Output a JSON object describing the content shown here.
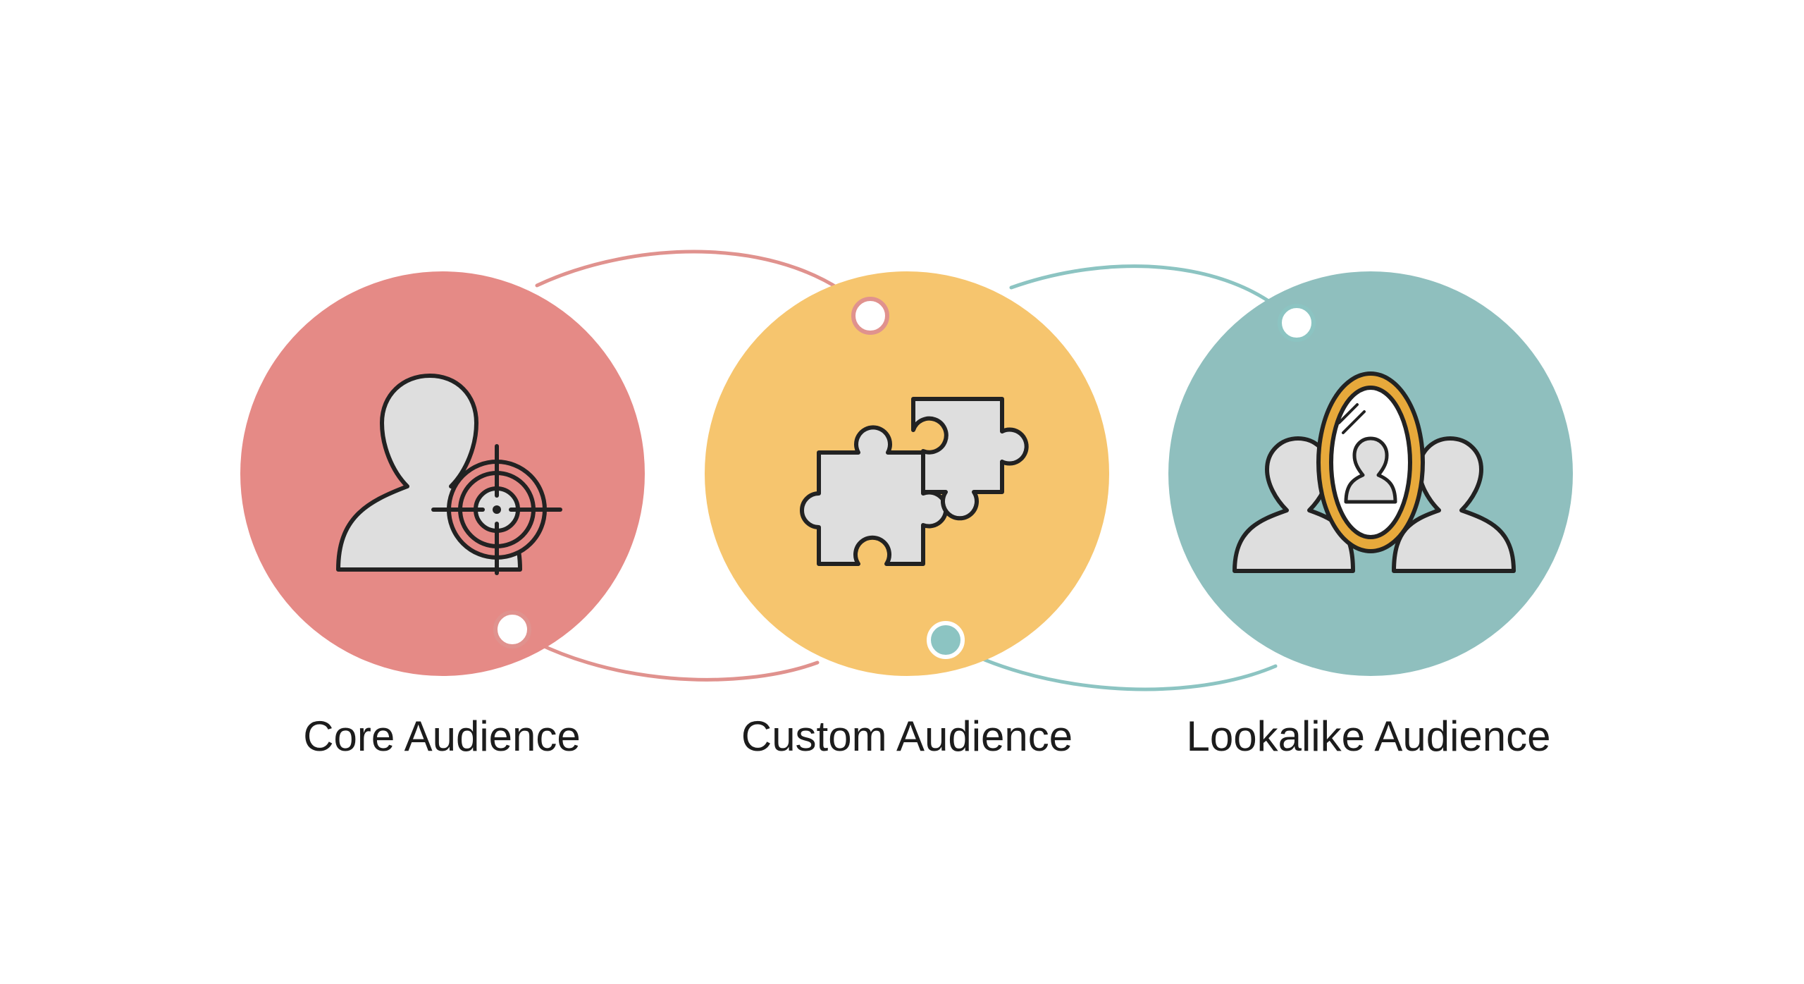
{
  "segments": [
    {
      "label": "Core Audience",
      "color": "#E58A86",
      "icon": "person-target-icon"
    },
    {
      "label": "Custom Audience",
      "color": "#F6C56E",
      "icon": "puzzle-pieces-icon"
    },
    {
      "label": "Lookalike Audience",
      "color": "#8FBFBE",
      "icon": "people-mirror-icon"
    }
  ],
  "connector_colors": {
    "red": "#E0928E",
    "teal": "#8CC4C2"
  },
  "icon_fill": "#DEDEDE",
  "icon_stroke": "#222222",
  "mirror_frame_color": "#E7A93B"
}
